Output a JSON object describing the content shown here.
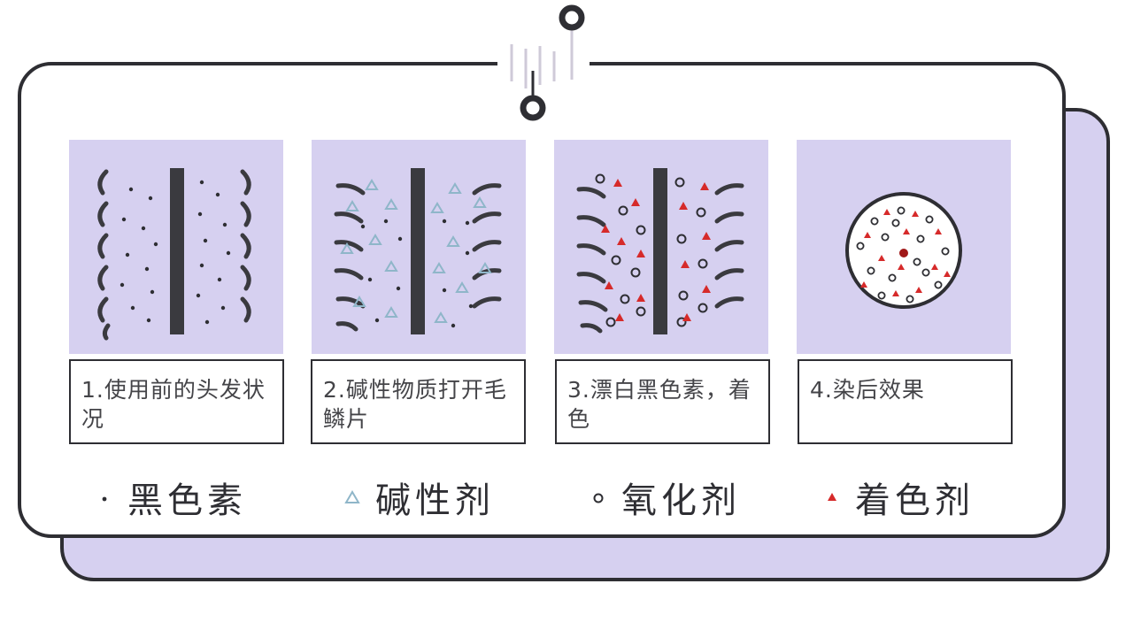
{
  "steps": [
    {
      "caption": "1.使用前的头发状况"
    },
    {
      "caption": "2.碱性物质打开毛鳞片"
    },
    {
      "caption": "3.漂白黑色素，着色"
    },
    {
      "caption": "4.染后效果"
    }
  ],
  "legend": [
    {
      "label": "黑色素",
      "icon": "dot-icon"
    },
    {
      "label": "碱性剂",
      "icon": "triangle-outline-icon"
    },
    {
      "label": "氧化剂",
      "icon": "circle-outline-icon"
    },
    {
      "label": "着色剂",
      "icon": "triangle-filled-icon"
    }
  ],
  "colors": {
    "panel_bg": "#d6d0f0",
    "outline": "#2e2e33",
    "melanin": "#2e2e33",
    "alkaline": "#8fb6c9",
    "oxidant": "#2e2e33",
    "colorant": "#d62a2a"
  }
}
